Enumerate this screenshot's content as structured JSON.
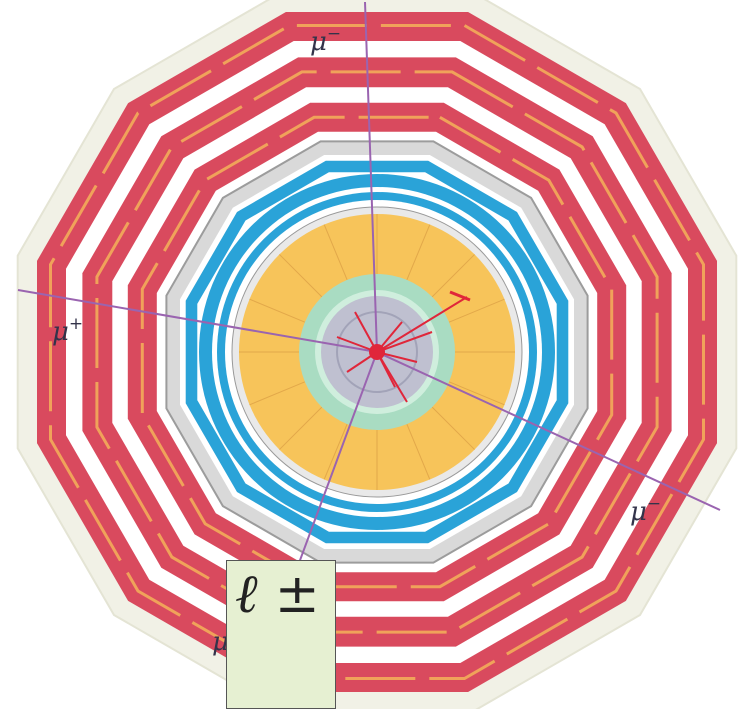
{
  "detector": {
    "track_labels": [
      {
        "id": "top",
        "base": "μ",
        "sup": "−"
      },
      {
        "id": "left",
        "base": "μ",
        "sup": "+"
      },
      {
        "id": "right",
        "base": "μ",
        "sup": "−"
      },
      {
        "id": "bottom",
        "base": "μ",
        "sup": "+"
      }
    ],
    "colors": {
      "muon_chamber": "#d94a5e",
      "muon_station_outline": "#f0a25a",
      "outer_frame": "#f1f1e6",
      "solenoid": "#2aa3d8",
      "hadron_calorimeter": "#f7c45a",
      "em_calorimeter": "#a9dcc2",
      "tracker": "#bfc0d0",
      "tracks": "#9a64b0",
      "energy_deposits": "#e0263a"
    }
  },
  "legend_box": {
    "label": "ℓ ±"
  }
}
